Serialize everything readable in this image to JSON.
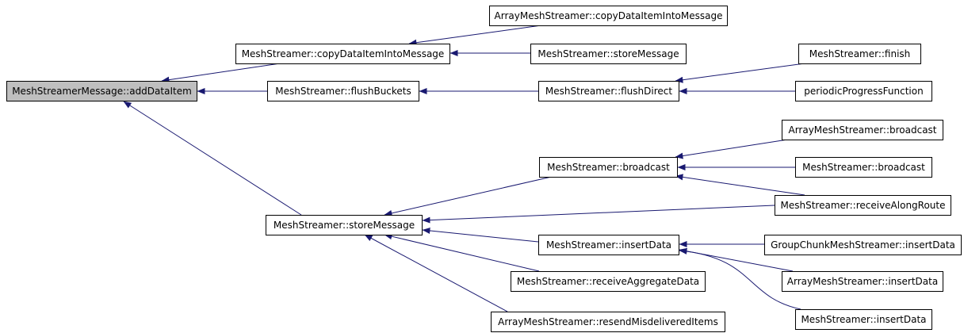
{
  "colors": {
    "edge": "#191970",
    "node_border": "#000000",
    "node_fill": "#ffffff",
    "root_fill": "#bfbfbf",
    "text": "#000000"
  },
  "nodes": [
    {
      "id": "n0",
      "label": "MeshStreamerMessage::addDataItem",
      "root": true
    },
    {
      "id": "n1",
      "label": "MeshStreamer::copyDataItemIntoMessage"
    },
    {
      "id": "n2",
      "label": "ArrayMeshStreamer::copyDataItemIntoMessage"
    },
    {
      "id": "n3",
      "label": "MeshStreamer::storeMessage"
    },
    {
      "id": "n4",
      "label": "MeshStreamer::flushBuckets"
    },
    {
      "id": "n5",
      "label": "MeshStreamer::flushDirect"
    },
    {
      "id": "n6",
      "label": "MeshStreamer::finish"
    },
    {
      "id": "n7",
      "label": "periodicProgressFunction"
    },
    {
      "id": "n8",
      "label": "MeshStreamer::storeMessage"
    },
    {
      "id": "n9",
      "label": "MeshStreamer::broadcast"
    },
    {
      "id": "n10",
      "label": "ArrayMeshStreamer::broadcast"
    },
    {
      "id": "n11",
      "label": "MeshStreamer::broadcast"
    },
    {
      "id": "n12",
      "label": "MeshStreamer::receiveAlongRoute"
    },
    {
      "id": "n13",
      "label": "MeshStreamer::insertData"
    },
    {
      "id": "n14",
      "label": "GroupChunkMeshStreamer::insertData"
    },
    {
      "id": "n15",
      "label": "ArrayMeshStreamer::insertData"
    },
    {
      "id": "n16",
      "label": "MeshStreamer::insertData"
    },
    {
      "id": "n17",
      "label": "MeshStreamer::receiveAggregateData"
    },
    {
      "id": "n18",
      "label": "ArrayMeshStreamer::resendMisdeliveredItems"
    }
  ],
  "edges": [
    {
      "from": "n1",
      "to": "n0"
    },
    {
      "from": "n4",
      "to": "n0"
    },
    {
      "from": "n8",
      "to": "n0"
    },
    {
      "from": "n2",
      "to": "n1"
    },
    {
      "from": "n3",
      "to": "n1"
    },
    {
      "from": "n5",
      "to": "n4"
    },
    {
      "from": "n6",
      "to": "n5"
    },
    {
      "from": "n7",
      "to": "n5"
    },
    {
      "from": "n9",
      "to": "n8"
    },
    {
      "from": "n12",
      "to": "n8"
    },
    {
      "from": "n13",
      "to": "n8"
    },
    {
      "from": "n17",
      "to": "n8"
    },
    {
      "from": "n18",
      "to": "n8"
    },
    {
      "from": "n10",
      "to": "n9"
    },
    {
      "from": "n11",
      "to": "n9"
    },
    {
      "from": "n12",
      "to": "n9"
    },
    {
      "from": "n14",
      "to": "n13"
    },
    {
      "from": "n15",
      "to": "n13"
    },
    {
      "from": "n16",
      "to": "n13"
    }
  ]
}
